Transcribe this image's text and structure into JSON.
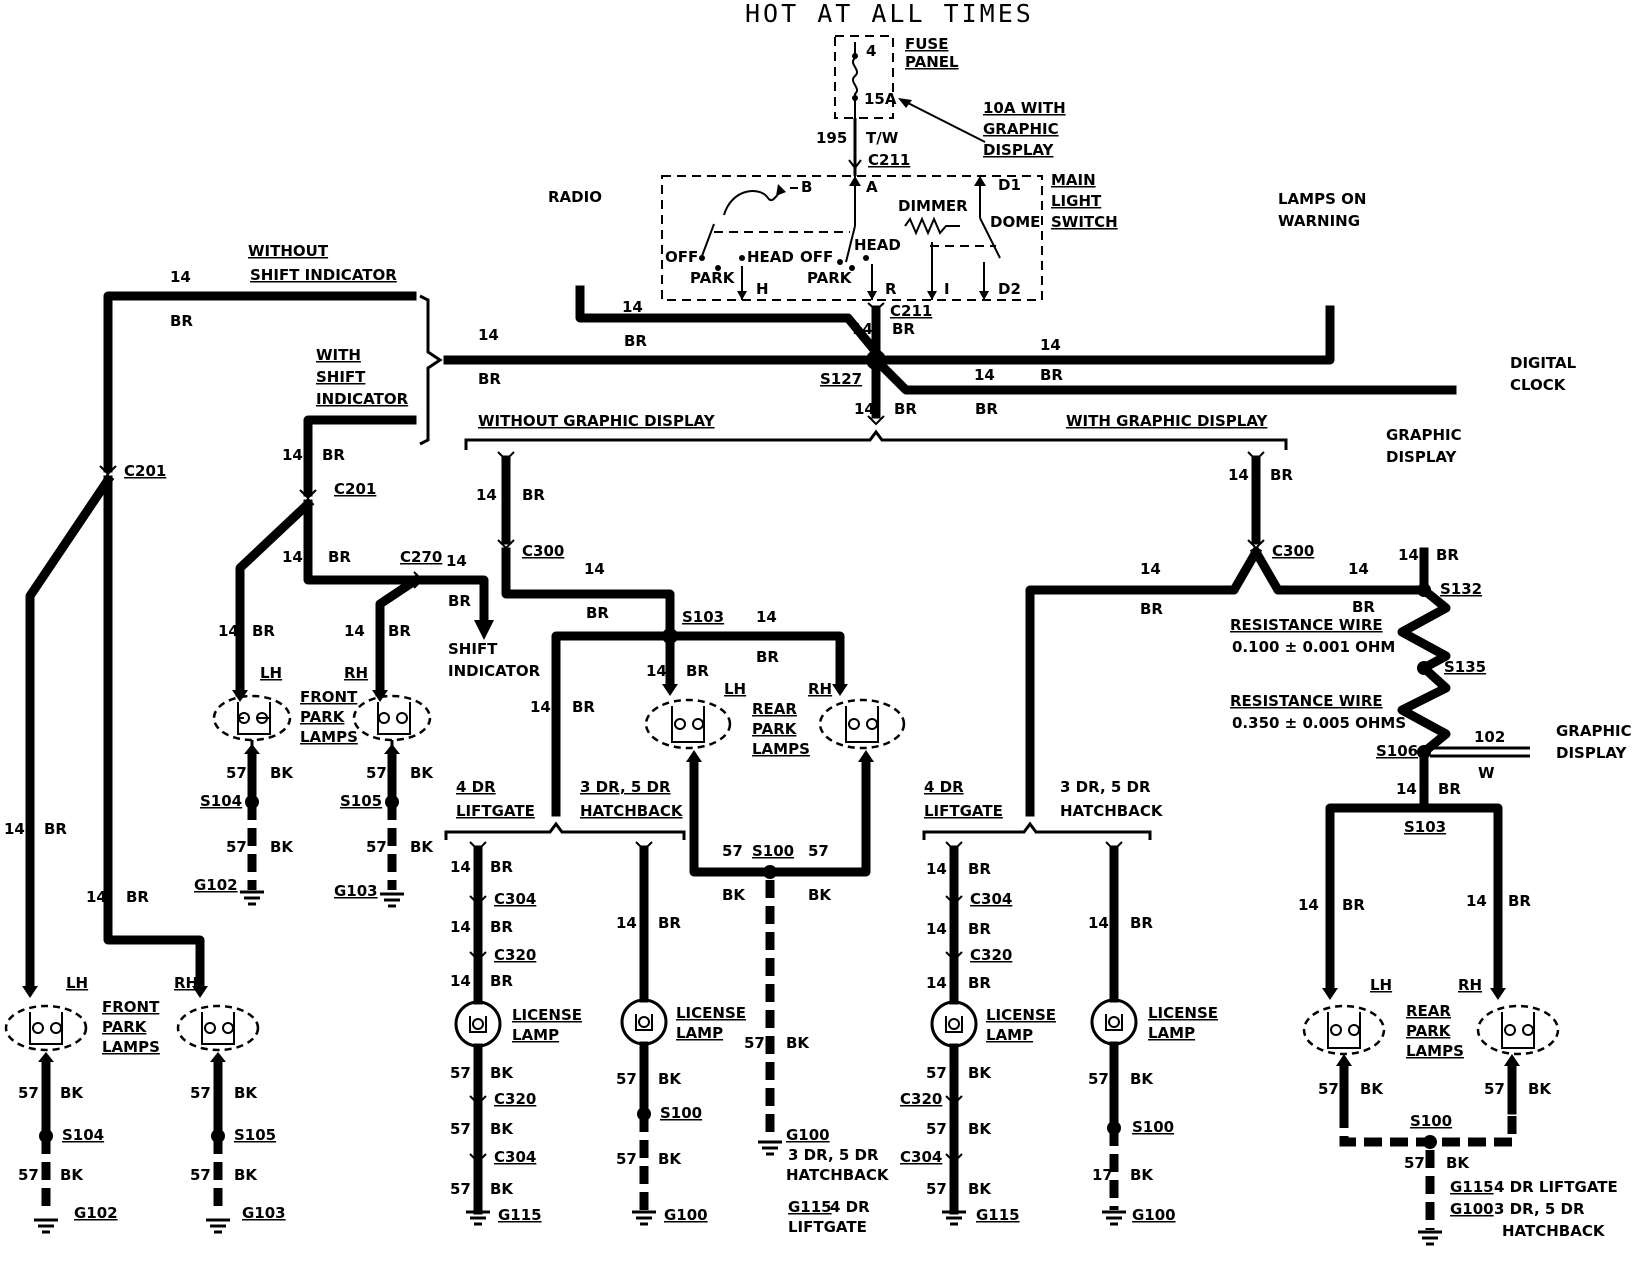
{
  "title": "HOT AT ALL TIMES",
  "fuse": {
    "panel_line1": "FUSE",
    "panel_line2": "PANEL",
    "number": "4",
    "rating": "15A",
    "note1": "10A WITH",
    "note2": "GRAPHIC",
    "note3": "DISPLAY"
  },
  "feed": {
    "circuit": "195",
    "color": "T/W",
    "connector_top": "C211",
    "connector_bottom": "C211"
  },
  "switch": {
    "name1": "MAIN",
    "name2": "LIGHT",
    "name3": "SWITCH",
    "dimmer": "DIMMER",
    "dome": "DOME",
    "off1": "OFF",
    "park1": "PARK",
    "head1": "HEAD",
    "off2": "OFF",
    "park2": "PARK",
    "head2": "HEAD",
    "t_b": "B",
    "t_a": "A",
    "t_d1": "D1",
    "t_h": "H",
    "t_r": "R",
    "t_i": "I",
    "t_d2": "D2"
  },
  "labels": {
    "radio": "RADIO",
    "lamps_on1": "LAMPS ON",
    "lamps_on2": "WARNING",
    "digital1": "DIGITAL",
    "digital2": "CLOCK",
    "graphic1": "GRAPHIC",
    "graphic2": "DISPLAY",
    "graphic_r1": "GRAPHIC",
    "graphic_r2": "DISPLAY",
    "wo_shift1": "WITHOUT",
    "wo_shift2": "SHIFT INDICATOR",
    "w_shift1": "WITH",
    "w_shift2": "SHIFT",
    "w_shift3": "INDICATOR",
    "wo_graphic": "WITHOUT GRAPHIC DISPLAY",
    "w_graphic": "WITH GRAPHIC DISPLAY",
    "shift_ind1": "SHIFT",
    "shift_ind2": "INDICATOR",
    "front_park1": "FRONT",
    "front_park2": "PARK",
    "front_park3": "LAMPS",
    "rear_park1": "REAR",
    "rear_park2": "PARK",
    "rear_park3": "LAMPS",
    "license1": "LICENSE",
    "license2": "LAMP",
    "dr4": "4 DR",
    "liftgate": "LIFTGATE",
    "dr35": "3 DR, 5 DR",
    "hatchback": "HATCHBACK",
    "lh": "LH",
    "rh": "RH",
    "res1": "RESISTANCE WIRE",
    "res1_val": "0.100 ± 0.001 OHM",
    "res2": "RESISTANCE WIRE",
    "res2_val": "0.350 ± 0.005 OHMS",
    "g100_hatch1": "3 DR, 5 DR",
    "g100_hatch2": "HATCHBACK",
    "g115_lift1": "4 DR",
    "g115_lift2": "LIFTGATE",
    "g115_4dr": "4 DR LIFTGATE",
    "g100_3dr": "3 DR, 5 DR",
    "g100_hatch": "HATCHBACK"
  },
  "wire": {
    "ga14": "14",
    "br": "BR",
    "ga57": "57",
    "bk": "BK",
    "c102": "102",
    "w": "W",
    "c17": "17"
  },
  "connectors": {
    "c201": "C201",
    "c270": "C270",
    "c300": "C300",
    "c304": "C304",
    "c320": "C320",
    "c211": "C211"
  },
  "splices": {
    "s127": "S127",
    "s103": "S103",
    "s100": "S100",
    "s104": "S104",
    "s105": "S105",
    "s132": "S132",
    "s135": "S135",
    "s106": "S106"
  },
  "grounds": {
    "g102": "G102",
    "g103": "G103",
    "g115": "G115",
    "g100": "G100"
  }
}
